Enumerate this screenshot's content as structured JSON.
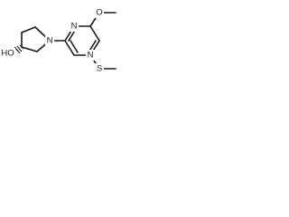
{
  "molecule": {
    "atoms": {
      "ho": "HO",
      "n_pyrrolidine": "N",
      "n_pyrimidine_top": "N",
      "n_pyrimidine_bottom": "N",
      "o_methoxy": "O",
      "s_thio": "S"
    }
  },
  "colors": {
    "bond": "#1a1a1a",
    "background": "#ffffff"
  }
}
